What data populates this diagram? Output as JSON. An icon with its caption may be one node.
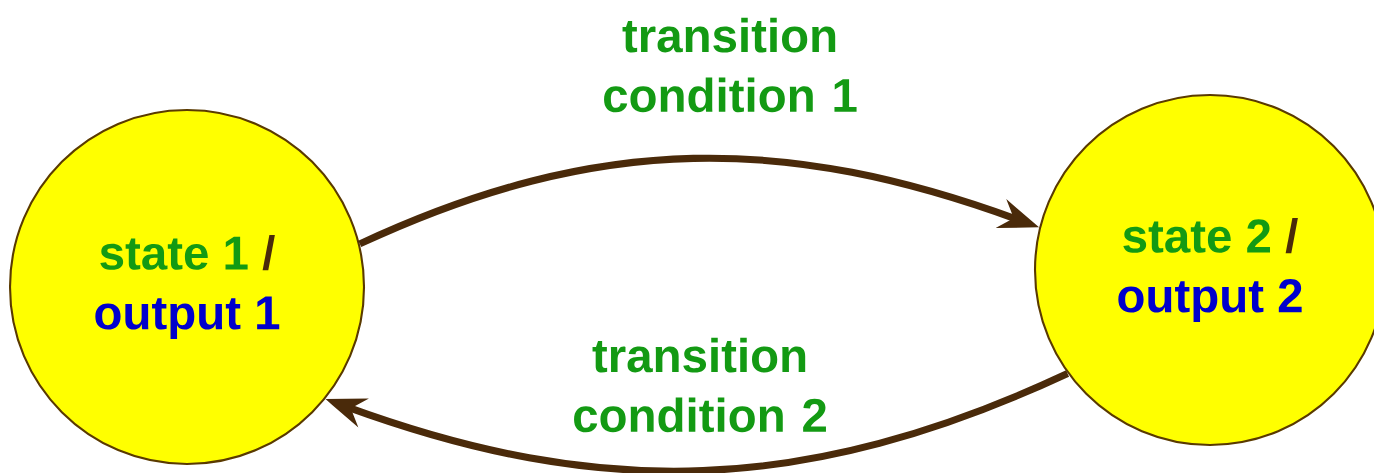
{
  "diagram": {
    "nodes": [
      {
        "text": [
          "state 1",
          "/",
          "output 1"
        ]
      },
      {
        "text": [
          "state 2",
          "/",
          "output 2"
        ]
      }
    ],
    "edges": [
      {
        "from": 0,
        "to": 1,
        "arrow": "to",
        "label": "transition condition 1"
      },
      {
        "from": 1,
        "to": 0,
        "arrow": "to",
        "label": "transition condition 2"
      }
    ]
  }
}
